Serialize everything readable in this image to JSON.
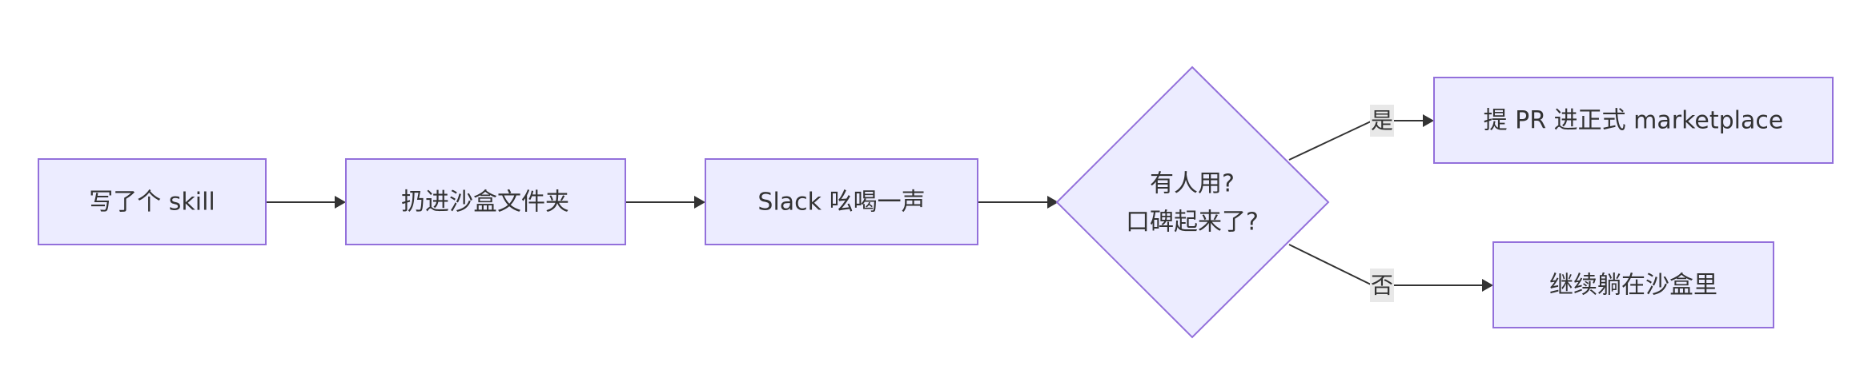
{
  "nodes": {
    "write_skill": "写了个 skill",
    "sandbox_folder": "扔进沙盒文件夹",
    "slack_shout": "Slack 吆喝一声",
    "decision_line1": "有人用?",
    "decision_line2": "口碑起来了?",
    "submit_pr": "提 PR 进正式 marketplace",
    "stay_sandbox": "继续躺在沙盒里"
  },
  "edges": {
    "yes_label": "是",
    "no_label": "否"
  },
  "colors": {
    "node_fill": "#ECECFF",
    "node_stroke": "#9370DB",
    "edge": "#333333",
    "text": "#333333",
    "label_bg": "#E8E8E8"
  }
}
